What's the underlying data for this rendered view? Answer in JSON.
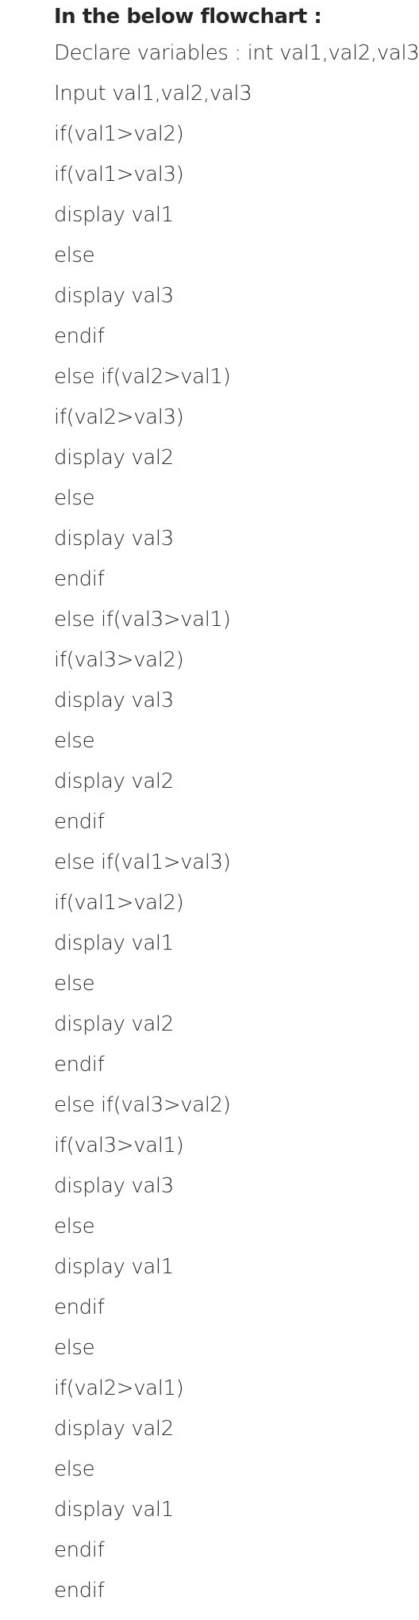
{
  "document": {
    "title": "In the below flowchart :",
    "lines": [
      "Declare variables : int val1,val2,val3",
      "Input val1,val2,val3",
      "if(val1>val2)",
      "if(val1>val3)",
      "display val1",
      "else",
      "display val3",
      "endif",
      "else if(val2>val1)",
      "if(val2>val3)",
      "display val2",
      "else",
      "display val3",
      "endif",
      "else if(val3>val1)",
      "if(val3>val2)",
      "display val3",
      "else",
      "display val2",
      "endif",
      "else if(val1>val3)",
      "if(val1>val2)",
      "display val1",
      "else",
      "display val2",
      "endif",
      "else if(val3>val2)",
      "if(val3>val1)",
      "display val3",
      "else",
      "display val1",
      "endif",
      "else",
      "if(val2>val1)",
      "display val2",
      "else",
      "display val1",
      "endif",
      "endif"
    ]
  }
}
